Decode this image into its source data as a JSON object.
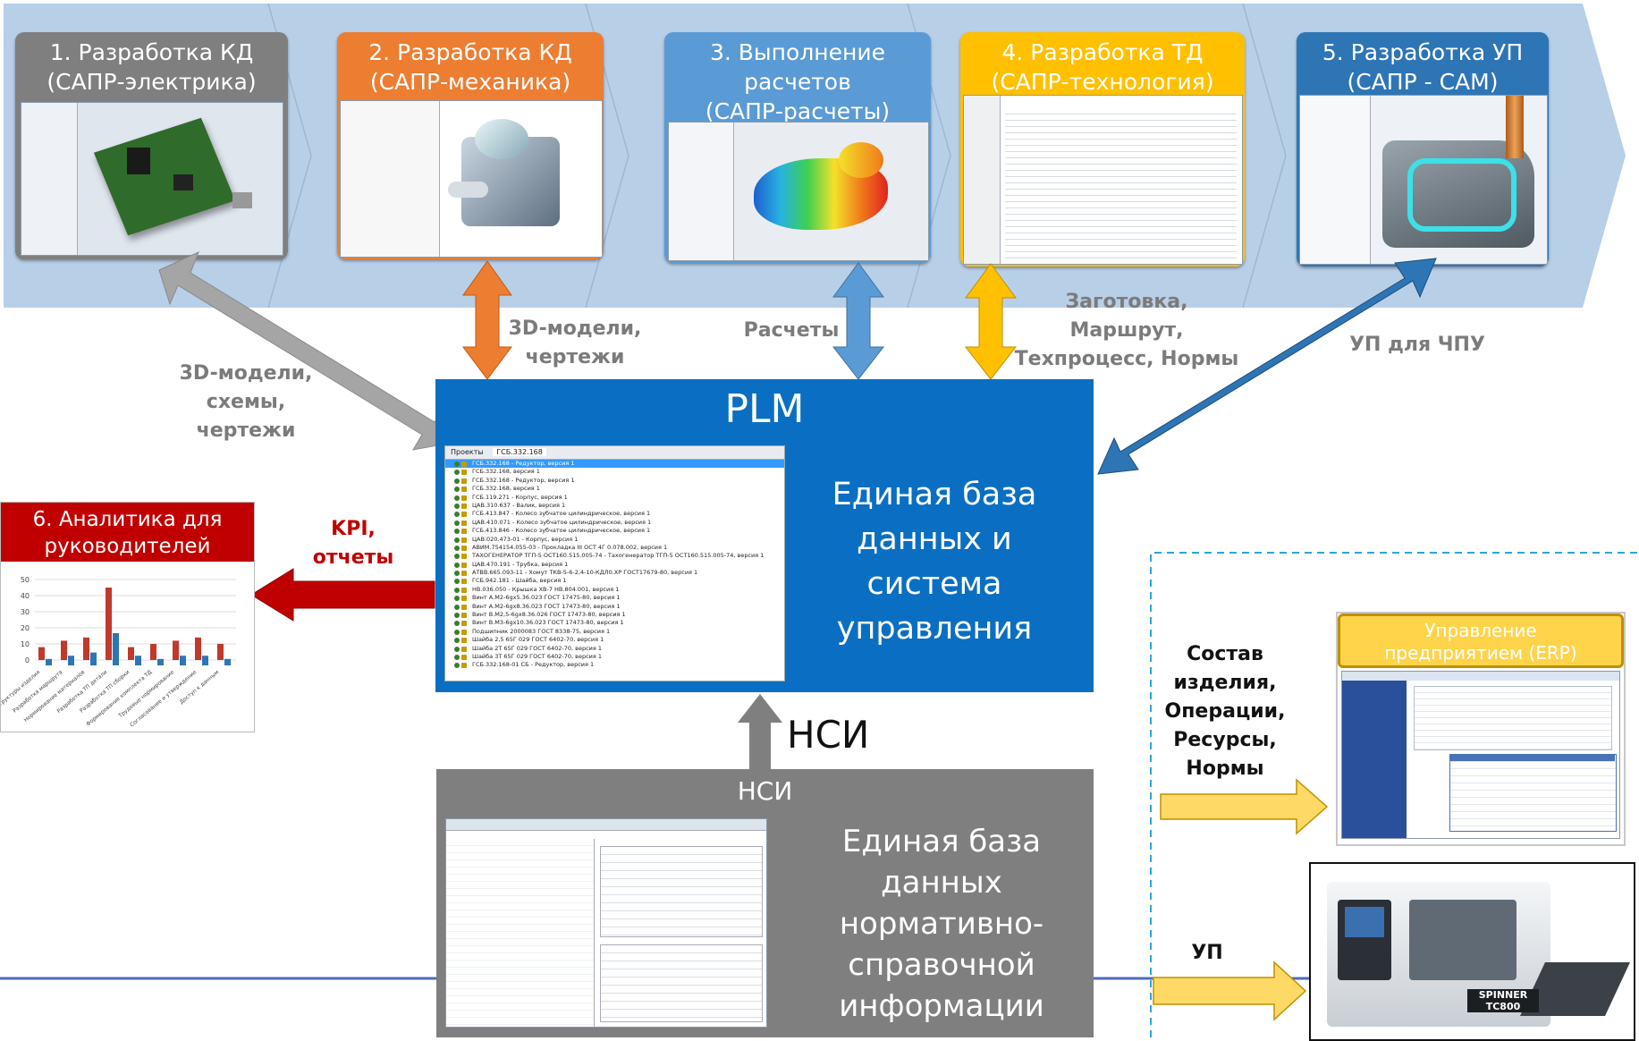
{
  "stages": [
    {
      "line1": "1. Разработка КД",
      "line2": "(САПР-электрика)",
      "line3": "",
      "color": "#7f7f7f"
    },
    {
      "line1": "2. Разработка КД",
      "line2": "(САПР-механика)",
      "line3": "",
      "color": "#ed7d31"
    },
    {
      "line1": "3. Выполнение",
      "line2": "расчетов",
      "line3": "(САПР-расчеты)",
      "color": "#5b9bd5"
    },
    {
      "line1": "4. Разработка ТД",
      "line2": "(САПР-технология)",
      "line3": "",
      "color": "#ffc000"
    },
    {
      "line1": "5. Разработка УП",
      "line2": "(САПР - CAM)",
      "line3": "",
      "color": "#2e75b6"
    }
  ],
  "flows": {
    "stage1": [
      "3D-модели,",
      "схемы,",
      "чертежи"
    ],
    "stage2": [
      "3D-модели,",
      "чертежи"
    ],
    "stage3": [
      "Расчеты"
    ],
    "stage4": [
      "Заготовка, Маршрут,",
      "Техпроцесс, Нормы"
    ],
    "stage5": [
      "УП для ЧПУ"
    ],
    "analytics": [
      "KPI,",
      "отчеты"
    ],
    "erp": [
      "Состав",
      "изделия,",
      "Операции,",
      "Ресурсы,",
      "Нормы"
    ],
    "machine": [
      "УП"
    ]
  },
  "plm": {
    "title": "PLM",
    "text": [
      "Единая база",
      "данных и",
      "система",
      "управления"
    ],
    "tabs": [
      "Проекты",
      "ГСБ.332.168"
    ],
    "tree": [
      "ГСБ.332.168 - Редуктор, версия 1",
      "ГСБ.332.168, версия 1",
      "ГСБ.332.168 - Редуктор, версия 1",
      "ГСБ.332.168, версия 1",
      "ГСБ.119.271 - Корпус, версия 1",
      "ЦАВ.310.637 - Валик, версия 1",
      "ГСБ.413.847 - Колесо зубчатое цилиндрическое, версия 1",
      "ЦАВ.410.071 - Колесо зубчатое цилиндрическое, версия 1",
      "ГСБ.413.846 - Колесо зубчатое цилиндрическое, версия 1",
      "ЦАВ.020.473-01 - Корпус, версия 1",
      "АВИМ.754154.055-03 - Прокладка III ОСТ 4Г 0.078.002, версия 1",
      "ТАХОГЕНЕРАТОР ТГП-5 ОСТ160.515.005-74 - Тахогенератор ТГП-5 ОСТ160.515.005-74, версия 1",
      "ЦАВ.470.191 - Трубка, версия 1",
      "АТВВ.665.093-11 - Хомут ТКВ-5-6-2,4-10-КДЛ0.ХР ГОСТ17679-80, версия 1",
      "ГСБ.942.181 - Шайба, версия 1",
      "НВ.036.050 - Крышка ХВ-7 НВ.804.001, версия 1",
      "Винт А.М2-6gx5.36.023 ГОСТ 17475-80, версия 1",
      "Винт А.М2-6gx8.36.023 ГОСТ 17473-80, версия 1",
      "Винт В.М2,5-6gx8.36.026 ГОСТ 17473-80, версия 1",
      "Винт В.М3-6gx10.36.023 ГОСТ 17473-80, версия 1",
      "Подшипник 2000083 ГОСТ 8338-75, версия 1",
      "Шайба 2,5 65Г 029 ГОСТ 6402-70, версия 1",
      "Шайба 2Т 65Г 029 ГОСТ 6402-70, версия 1",
      "Шайба 3Т 65Г 029 ГОСТ 6402-70, версия 1",
      "ГСБ.332.168-01 СБ - Редуктор, версия 1"
    ]
  },
  "nsi": {
    "arrow_label": "НСИ",
    "header": "НСИ",
    "text": [
      "Единая база",
      "данных",
      "нормативно-",
      "справочной",
      "информации"
    ]
  },
  "analytics": {
    "title": [
      "6. Аналитика для",
      "руководителей"
    ],
    "chart_data": {
      "type": "bar",
      "title": "",
      "yticks": [
        0,
        10,
        20,
        30,
        40,
        50
      ],
      "ylim": [
        0,
        50
      ],
      "categories": [
        "Ввод структуры изделия",
        "Разработка маршрута",
        "Нормирование материалов",
        "Разработка ТП детали",
        "Разработка ТП сборки",
        "Формирование комплекта ТД",
        "Трудовые нормирование",
        "Согласование и утверждение",
        "Доступ к данным"
      ],
      "series": [
        {
          "color": "#c0392b",
          "values": [
            8,
            12,
            14,
            45,
            8,
            10,
            12,
            14,
            10
          ]
        },
        {
          "color": "#2e75b6",
          "values": [
            4,
            6,
            8,
            20,
            6,
            4,
            6,
            6,
            4
          ]
        }
      ]
    }
  },
  "erp": {
    "title": [
      "Управление",
      "предприятием (ERP)"
    ]
  },
  "machine": {
    "brand": "SPINNER",
    "model": "TC800"
  }
}
